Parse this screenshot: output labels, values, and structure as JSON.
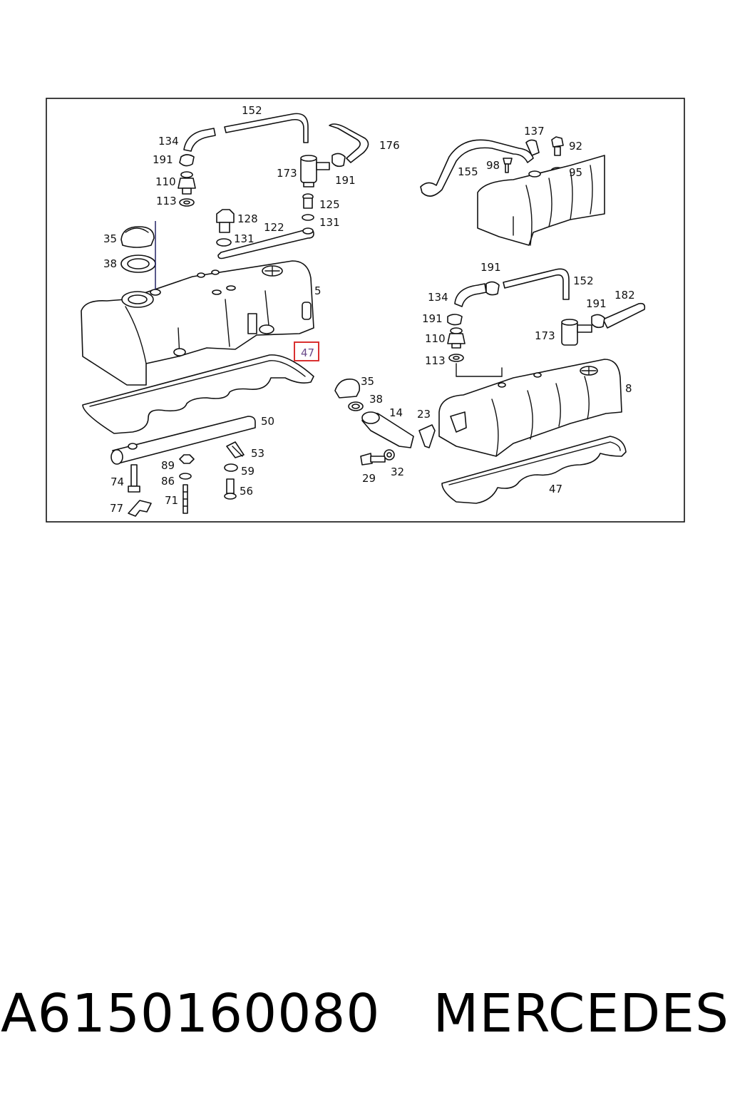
{
  "highlight_color": "#d93030",
  "callouts": [
    {
      "id": "152a",
      "label": "152"
    },
    {
      "id": "134a",
      "label": "134"
    },
    {
      "id": "176",
      "label": "176"
    },
    {
      "id": "191a",
      "label": "191"
    },
    {
      "id": "173a",
      "label": "173"
    },
    {
      "id": "191b",
      "label": "191"
    },
    {
      "id": "110a",
      "label": "110"
    },
    {
      "id": "113a",
      "label": "113"
    },
    {
      "id": "125",
      "label": "125"
    },
    {
      "id": "128",
      "label": "128"
    },
    {
      "id": "122",
      "label": "122"
    },
    {
      "id": "131a",
      "label": "131"
    },
    {
      "id": "131b",
      "label": "131"
    },
    {
      "id": "35a",
      "label": "35"
    },
    {
      "id": "38a",
      "label": "38"
    },
    {
      "id": "5",
      "label": "5"
    },
    {
      "id": "47a",
      "label": "47",
      "highlighted": true
    },
    {
      "id": "50",
      "label": "50"
    },
    {
      "id": "53",
      "label": "53"
    },
    {
      "id": "89",
      "label": "89"
    },
    {
      "id": "86",
      "label": "86"
    },
    {
      "id": "59",
      "label": "59"
    },
    {
      "id": "74",
      "label": "74"
    },
    {
      "id": "71",
      "label": "71"
    },
    {
      "id": "56",
      "label": "56"
    },
    {
      "id": "77",
      "label": "77"
    },
    {
      "id": "35b",
      "label": "35"
    },
    {
      "id": "38b",
      "label": "38"
    },
    {
      "id": "14",
      "label": "14"
    },
    {
      "id": "23",
      "label": "23"
    },
    {
      "id": "29",
      "label": "29"
    },
    {
      "id": "32",
      "label": "32"
    },
    {
      "id": "137",
      "label": "137"
    },
    {
      "id": "92",
      "label": "92"
    },
    {
      "id": "98",
      "label": "98"
    },
    {
      "id": "155",
      "label": "155"
    },
    {
      "id": "95",
      "label": "95"
    },
    {
      "id": "191c",
      "label": "191"
    },
    {
      "id": "152b",
      "label": "152"
    },
    {
      "id": "134b",
      "label": "134"
    },
    {
      "id": "182",
      "label": "182"
    },
    {
      "id": "191d",
      "label": "191"
    },
    {
      "id": "191e",
      "label": "191"
    },
    {
      "id": "173b",
      "label": "173"
    },
    {
      "id": "110b",
      "label": "110"
    },
    {
      "id": "113b",
      "label": "113"
    },
    {
      "id": "8",
      "label": "8"
    },
    {
      "id": "47b",
      "label": "47"
    }
  ],
  "caption": {
    "part_number": "A6150160080",
    "brand": "MERCEDES"
  }
}
